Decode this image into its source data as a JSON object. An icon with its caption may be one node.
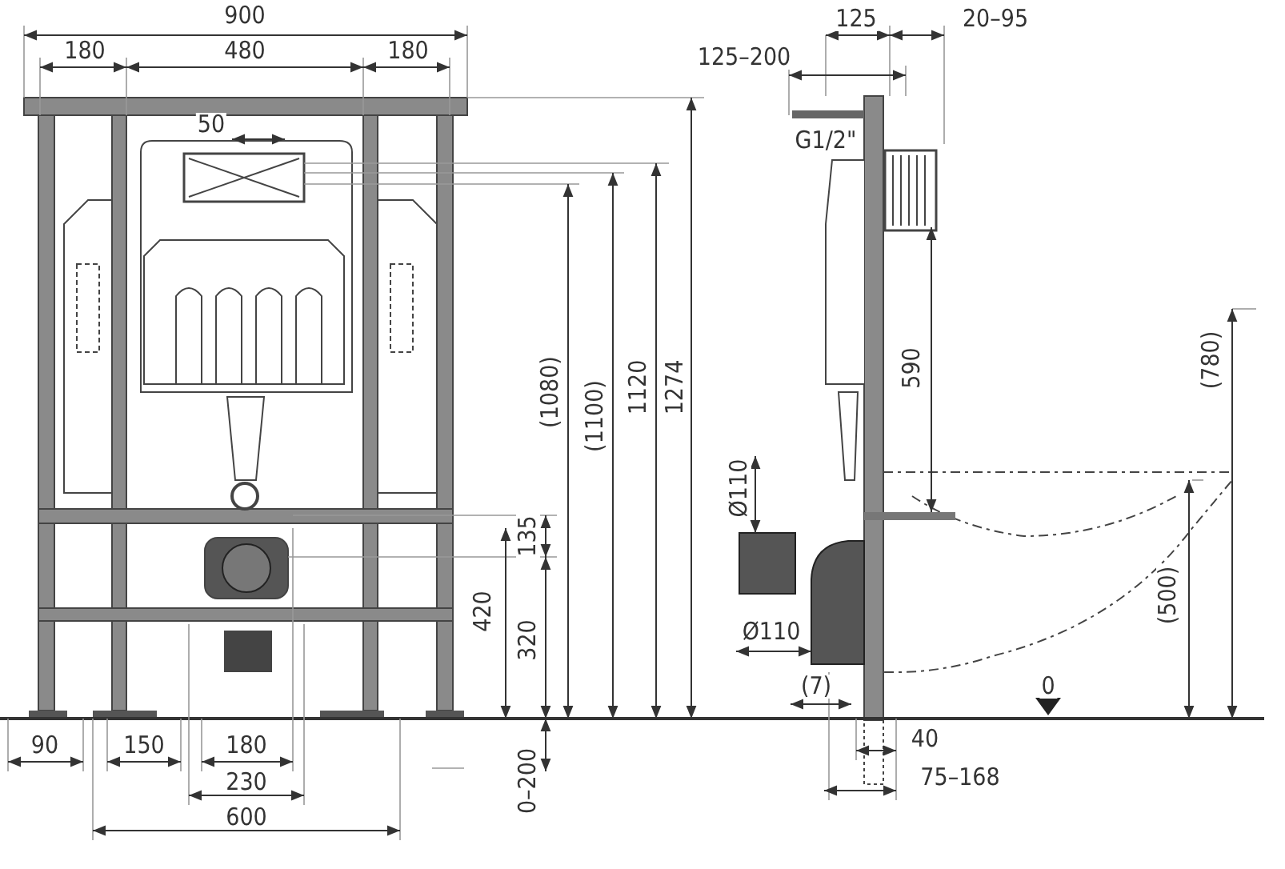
{
  "diagram": {
    "labels": [
      "900",
      "125",
      "20–95",
      "180",
      "480",
      "180",
      "125–200",
      "50",
      "G1/2\"",
      "(1080)",
      "(1100)",
      "1120",
      "1274",
      "590",
      "(780)",
      "Ø110",
      "135",
      "420",
      "320",
      "Ø110",
      "(500)",
      "(7)",
      "0",
      "0–200",
      "90",
      "150",
      "180",
      "40",
      "230",
      "75–168",
      "600"
    ]
  }
}
